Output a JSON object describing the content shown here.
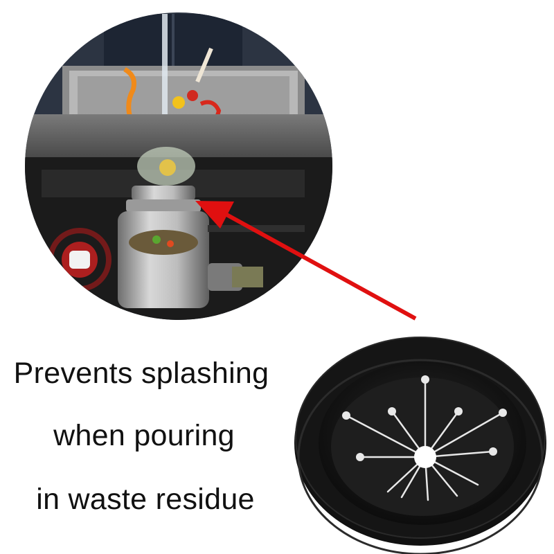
{
  "caption": {
    "line1": "Prevents splashing",
    "line2": "when pouring",
    "line3": "in waste residue"
  },
  "colors": {
    "arrow": "#e01010",
    "guard_body": "#111111",
    "guard_flap": "#1c1c1c",
    "guard_slits": "#e8e8e8",
    "counter_stone": "#5a5a5a",
    "sink_steel": "#9a9a9a",
    "cabinet_dark": "#1a1a1a"
  },
  "icons": {
    "scene": "sink-with-garbage-disposal-illustration",
    "product": "splash-guard-icon",
    "pointer": "red-arrow-icon"
  }
}
